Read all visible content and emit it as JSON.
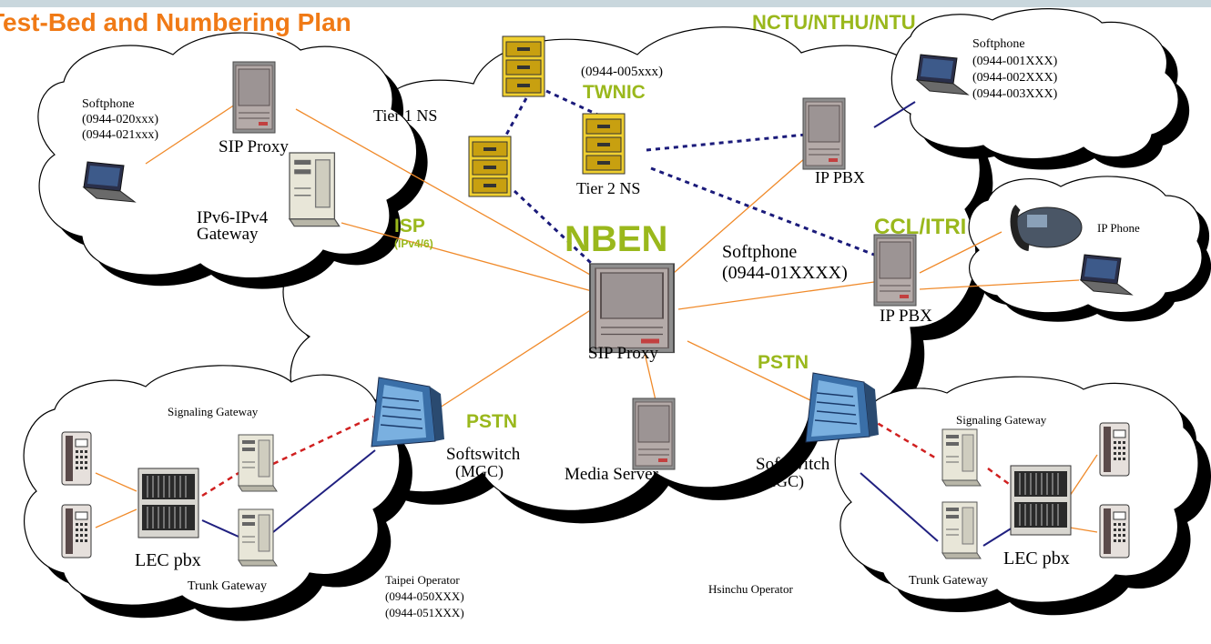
{
  "title": "Test-Bed and Numbering Plan",
  "colors": {
    "accent_orange": "#f07a16",
    "label_green": "#9ab81c",
    "link_orange": "#f08a2a",
    "dotted_blue": "#1a1a7a",
    "red_dashed": "#d02020",
    "trunk_blue": "#202080"
  },
  "regions": {
    "nctu": "NCTU/NTHU/NTU",
    "twnic": "TWNIC",
    "twnic_range": "(0944-005xxx)",
    "isp": "ISP",
    "isp_sub": "(IPv4/6)",
    "nben": "NBEN",
    "ccl": "CCL/ITRI",
    "pstn_left": "PSTN",
    "pstn_right": "PSTN"
  },
  "nodes": {
    "tier1": "Tier 1 NS",
    "tier2": "Tier 2 NS",
    "sip_proxy_left": "SIP Proxy",
    "ipv6_gateway_1": "IPv6-IPv4",
    "ipv6_gateway_2": "Gateway",
    "ip_pbx_top": "IP PBX",
    "ip_pbx_right": "IP PBX",
    "sip_proxy_center": "SIP Proxy",
    "media_server": "Media Server",
    "softswitch_left_1": "Softswitch",
    "softswitch_left_2": "(MGC)",
    "softswitch_right_1": "Softswitch",
    "softswitch_right_2": "(MGC)",
    "softphone_center_1": "Softphone",
    "softphone_center_2": "(0944-01XXXX)",
    "ip_phone": "IP Phone"
  },
  "softphone_left": {
    "label": "Softphone",
    "lines": [
      "(0944-020xxx)",
      "(0944-021xxx)"
    ]
  },
  "softphone_right": {
    "label": "Softphone",
    "lines": [
      "(0944-001XXX)",
      "(0944-002XXX)",
      "(0944-003XXX)"
    ]
  },
  "left_lec": {
    "signaling": "Signaling Gateway",
    "pbx": "LEC pbx",
    "trunk": "Trunk Gateway"
  },
  "right_lec": {
    "signaling": "Signaling Gateway",
    "pbx": "LEC pbx",
    "trunk": "Trunk Gateway"
  },
  "taipei": {
    "label": "Taipei Operator",
    "lines": [
      "(0944-050XXX)",
      "(0944-051XXX)"
    ]
  },
  "hsinchu": "Hsinchu Operator"
}
